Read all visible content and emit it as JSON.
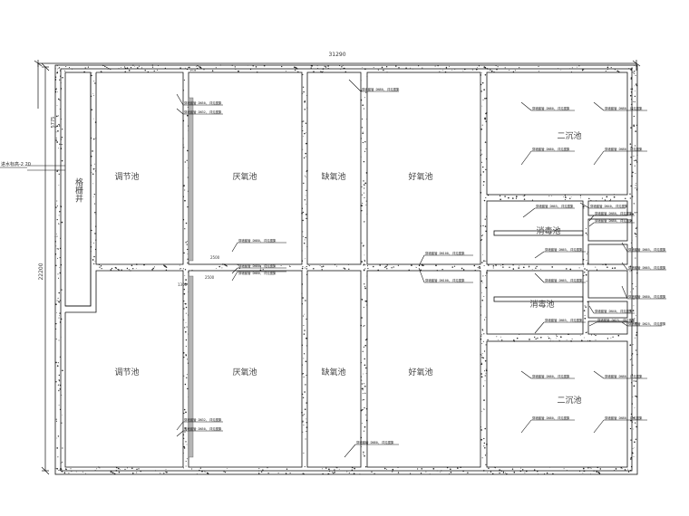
{
  "dimensions": {
    "total_width": "31290",
    "total_height": "22200",
    "left_small": "5775"
  },
  "inlet_label": "进水标高-2.20",
  "rooms": {
    "grille_well": "格栅井",
    "equalization_top": "调节池",
    "equalization_bottom": "调节池",
    "anaerobic_top": "厌氧池",
    "anaerobic_bottom": "厌氧池",
    "anoxic_top": "缺氧池",
    "anoxic_bottom": "缺氧池",
    "aerobic_top": "好氧池",
    "aerobic_bottom": "好氧池",
    "clarifier_top": "二沉池",
    "clarifier_bottom": "二沉池",
    "disinfection_top": "消毒池",
    "disinfection_bottom": "消毒池"
  },
  "pipe_notes": {
    "n1": "穿墙套管 DN50, 详见图集",
    "n2": "穿墙套管 DN32, 详见图集",
    "n3": "穿墙套管 DN80, 详见图集",
    "n4": "穿墙套管 DN80, 详见图集",
    "n5": "穿墙套管 DN100, 详见图集",
    "n6": "穿墙套管 DN100, 详见图集",
    "n7": "穿墙套管 DN80, 详见图集",
    "n8": "穿墙套管 DN80, 详见图集",
    "n9": "穿墙套管 DN32, 详见图集",
    "n10": "穿墙套管 DN50, 详见图集",
    "n11": "穿墙套管 DN80, 详见图集",
    "c1": "穿墙套管 DN80, 详见图集",
    "c2": "穿墙套管 DN80, 详见图集",
    "c3": "穿墙套管 DN80, 详见图集",
    "c4": "穿墙套管 DN80, 详见图集",
    "c5": "穿墙套管 DN80, 详见图集",
    "c6": "穿墙套管 DN80, 详见图集",
    "c7": "穿墙套管 DN80, 详见图集",
    "c8": "穿墙套管 DN80, 详见图集",
    "d1": "穿墙套管 DN65, 详见图集",
    "d2": "穿墙套管 DN65, 详见图集",
    "d3": "穿墙套管 DN65, 详见图集",
    "d4": "穿墙套管 DN65, 详见图集",
    "d5": "穿墙套管 DN25, 详见图集",
    "d6": "穿墙套管 DN40, 详见图集",
    "d7": "穿墙套管 DN40, 详见图集",
    "d8": "穿墙套管 DN80, 详见图集",
    "d9": "穿墙套管 DN80, 详见图集",
    "d10": "穿墙套管 DN80, 详见图集",
    "d11": "穿墙套管 DN65, 详见图集",
    "d12": "穿墙套管 DN65, 详见图集",
    "d13": "穿墙套管 DN25, 详见图集"
  },
  "small_labels": {
    "s1": "2500",
    "s2": "2500",
    "s3": "1300"
  },
  "colors": {
    "line": "#111111",
    "hatch": "#9a9a9a"
  }
}
